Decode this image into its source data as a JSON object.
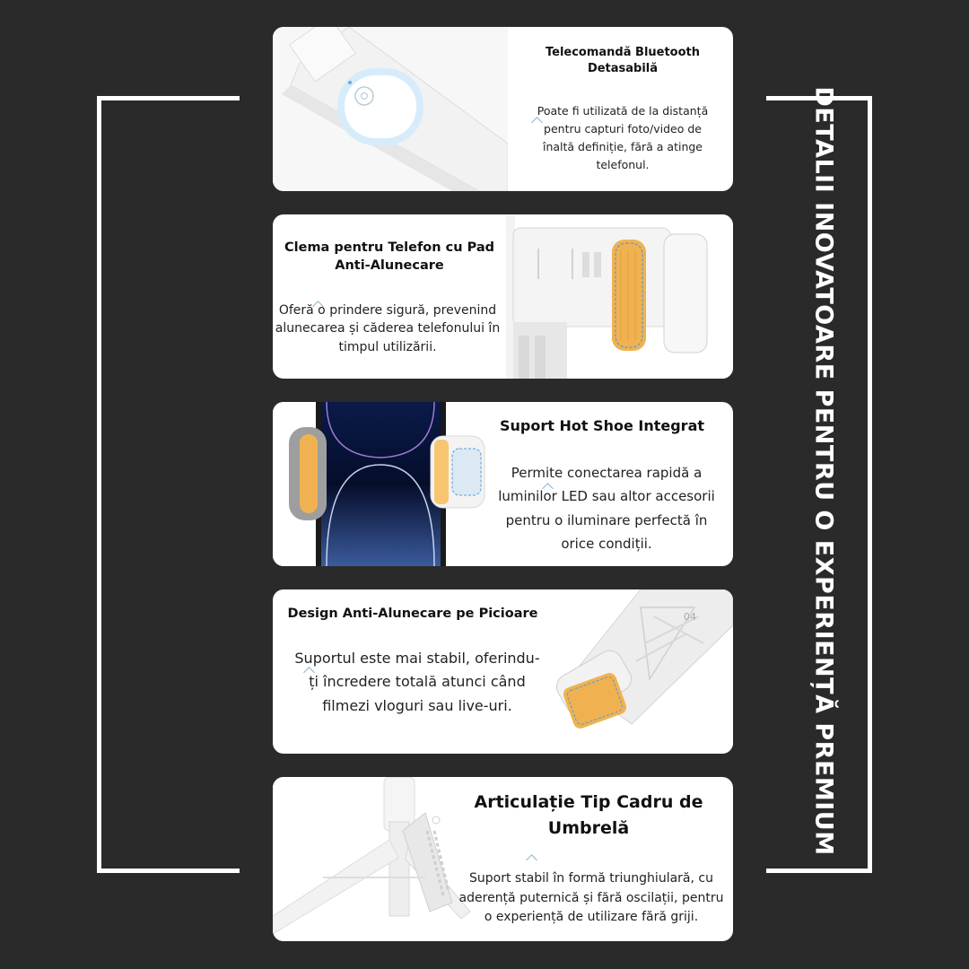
{
  "side_title": "DETALII INOVATOARE PENTRU O EXPERIENȚĂ PREMIUM",
  "features": [
    {
      "title": "Telecomandă Bluetooth Detasabilă",
      "description": "Poate fi utilizată de la distanță pentru capturi foto/video de înaltă definiție, fără a atinge telefonul."
    },
    {
      "title": "Clema pentru Telefon cu Pad Anti-Alunecare",
      "description": "Oferă o prindere sigură, prevenind alunecarea și căderea telefonului în timpul utilizării."
    },
    {
      "title": "Suport Hot Shoe Integrat",
      "description": "Permite conectarea rapidă a luminilor LED sau altor accesorii pentru o iluminare perfectă în orice condiții."
    },
    {
      "title": "Design Anti-Alunecare pe Picioare",
      "description": "Suportul este mai stabil, oferindu-ți încredere totală atunci când filmezi vloguri sau live-uri.",
      "image_label": "04"
    },
    {
      "title": "Articulație Tip Cadru de Umbrelă",
      "description": "Suport stabil în formă triunghiulară, cu aderență puternică și fără oscilații, pentru o experiență de utilizare fără griji."
    }
  ],
  "colors": {
    "background": "#2a2a2a",
    "card": "#ffffff",
    "frame": "#ffffff",
    "accent_orange": "#f0b250",
    "accent_blue": "#a9d2f0"
  }
}
